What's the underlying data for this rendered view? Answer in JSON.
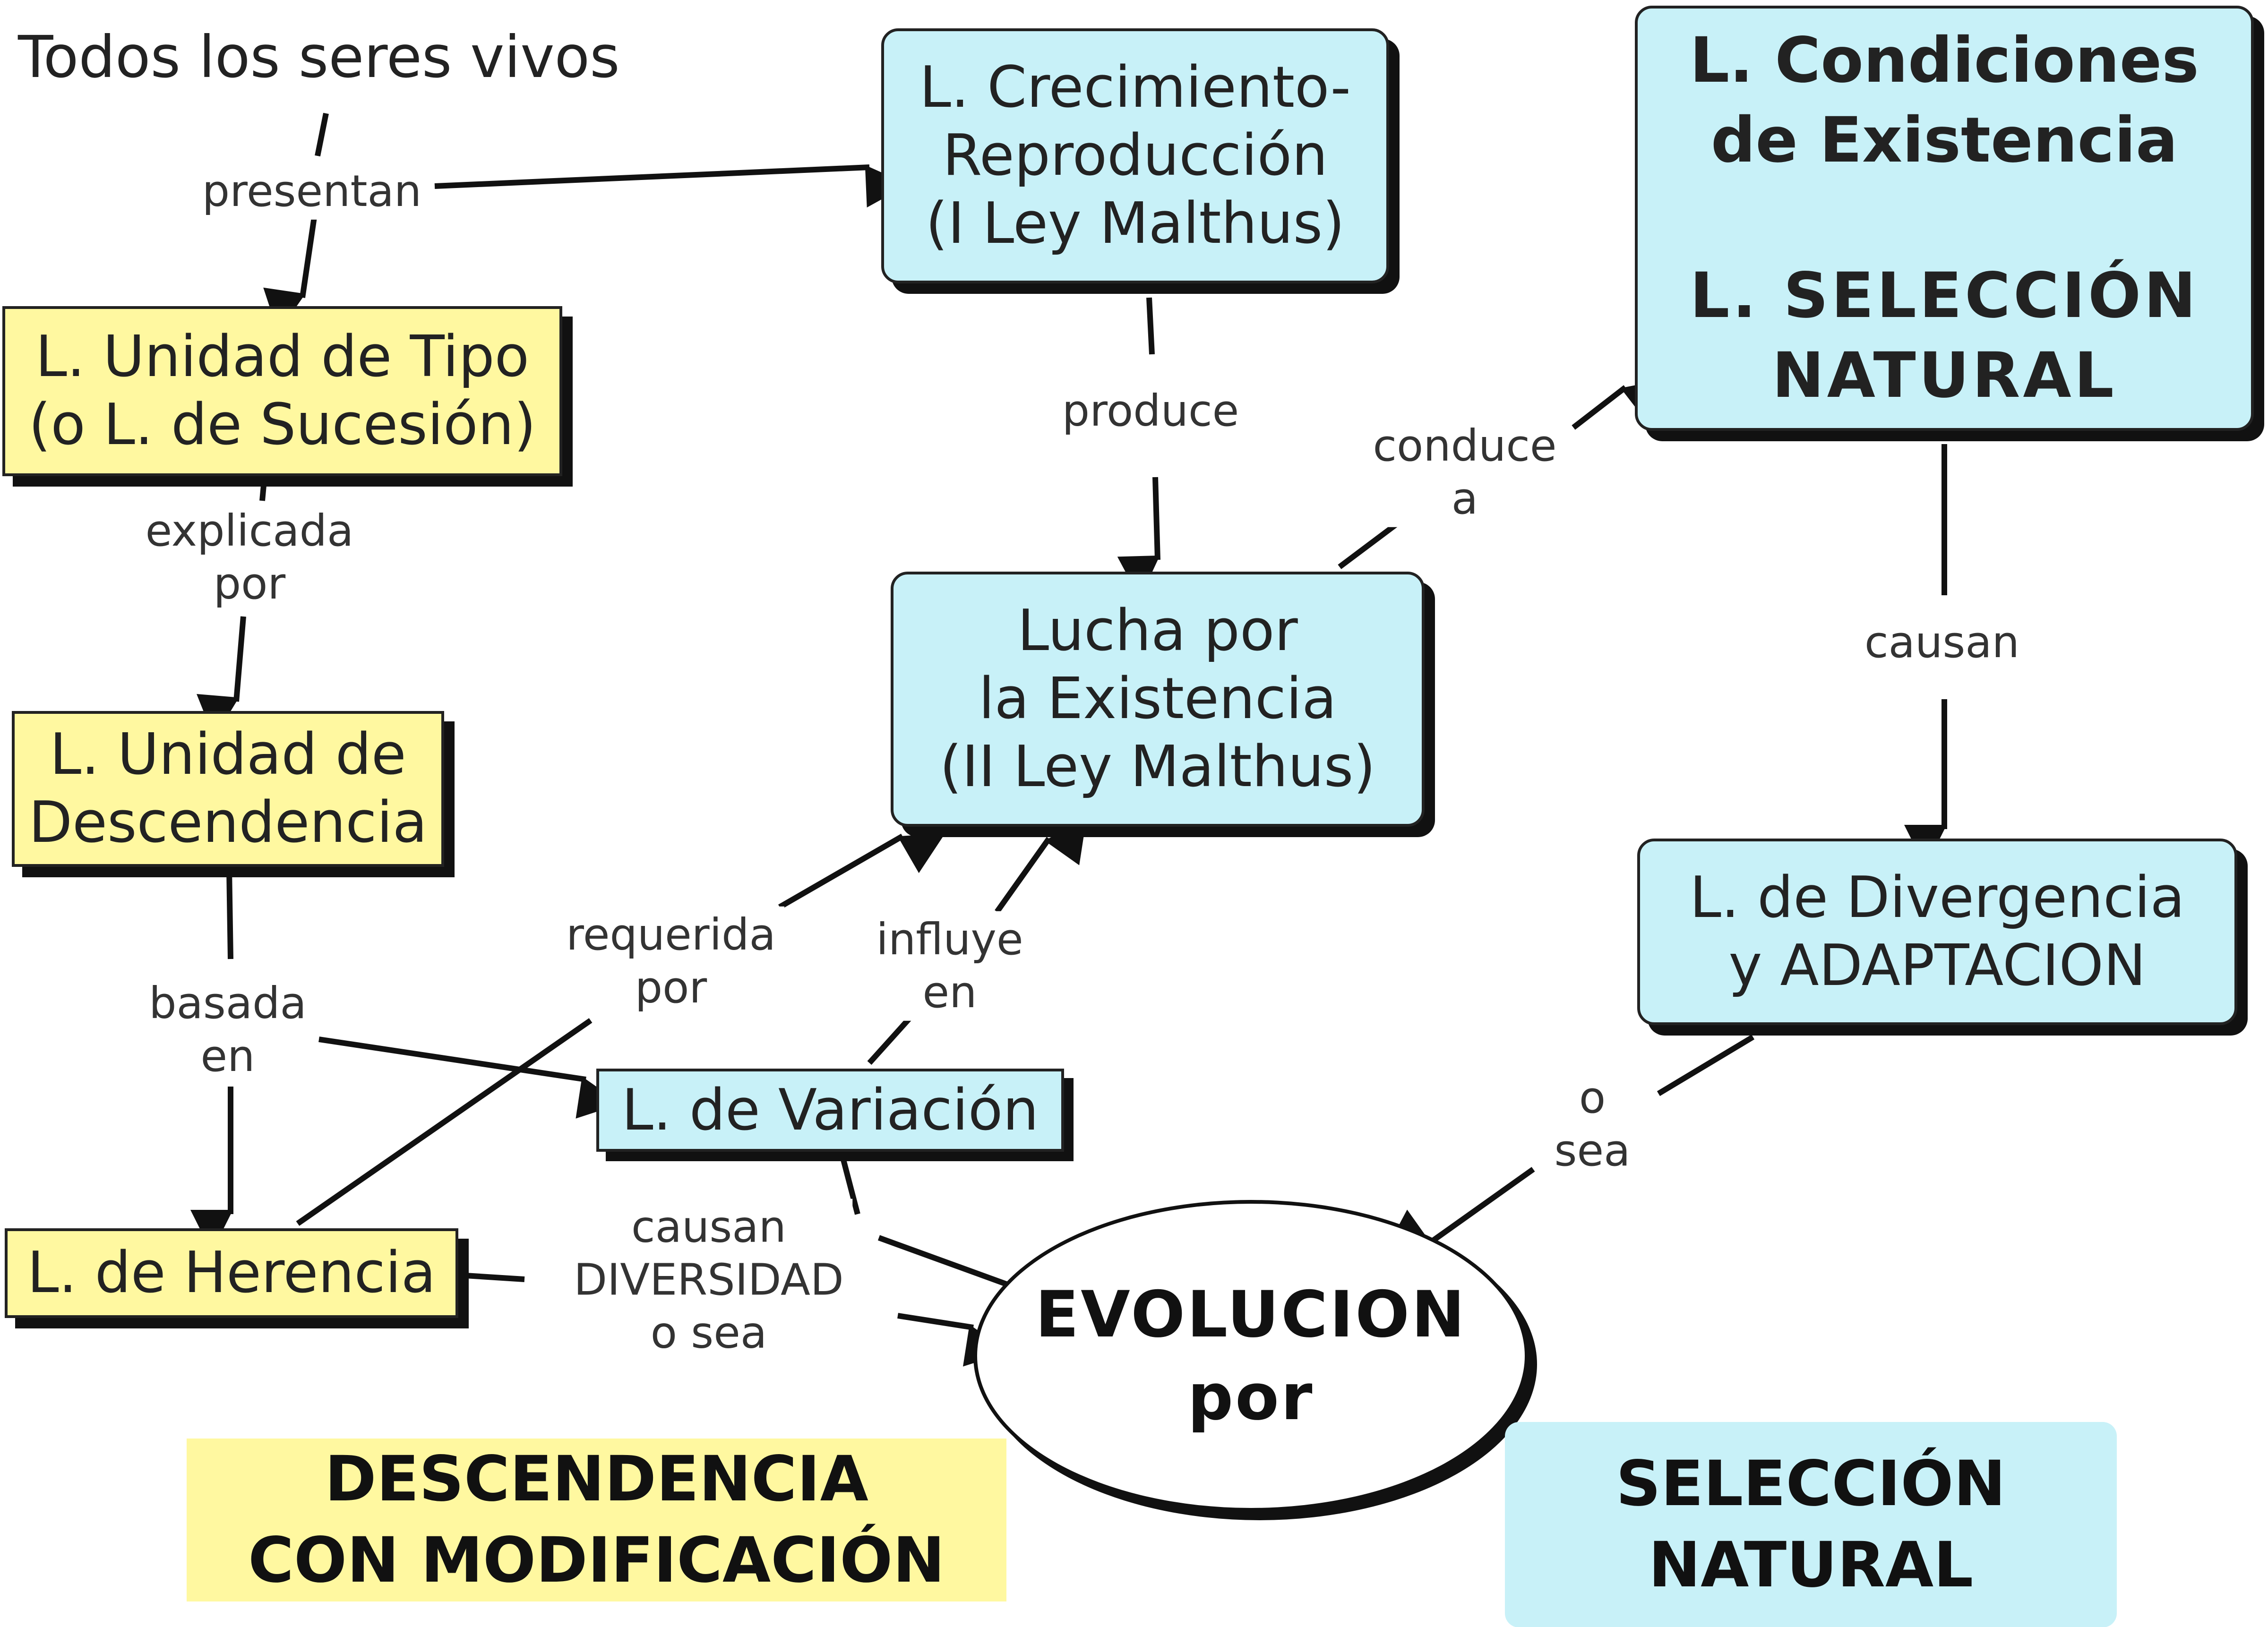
{
  "diagram": {
    "root": "Todos los seres vivos",
    "nodes": {
      "unidad_tipo": [
        "L. Unidad de Tipo",
        "(o L. de Sucesión)"
      ],
      "unidad_descendencia": [
        "L. Unidad de",
        "Descendencia"
      ],
      "herencia": "L. de Herencia",
      "variacion": "L. de Variación",
      "crecimiento": [
        "L. Crecimiento-",
        "Reproducción",
        "(I Ley Malthus)"
      ],
      "lucha": [
        "Lucha por",
        "la Existencia",
        "(II Ley Malthus)"
      ],
      "condiciones": [
        "L. Condiciones",
        "de Existencia",
        "L. SELECCIÓN",
        "NATURAL"
      ],
      "divergencia": [
        "L. de Divergencia",
        "y ADAPTACION"
      ],
      "evolucion": [
        "EVOLUCION",
        "por"
      ]
    },
    "link_labels": {
      "presentan": "presentan",
      "explicada_por": [
        "explicada",
        "por"
      ],
      "basada_en": [
        "basada",
        "en"
      ],
      "requerida_por": [
        "requerida",
        "por"
      ],
      "influye_en": [
        "influye",
        "en"
      ],
      "produce": "produce",
      "conduce_a": [
        "conduce",
        "a"
      ],
      "causan_right": "causan",
      "o_sea": [
        "o",
        "sea"
      ],
      "causan_diversidad": [
        "causan",
        "DIVERSIDAD",
        "o sea"
      ]
    },
    "banners": {
      "descendencia": [
        "DESCENDENCIA",
        "CON MODIFICACIÓN"
      ],
      "seleccion": [
        "SELECCIÓN",
        "NATURAL"
      ]
    }
  },
  "colors": {
    "yellow": "#fff8a0",
    "cyan": "#c8f1f8",
    "line": "#111111"
  }
}
